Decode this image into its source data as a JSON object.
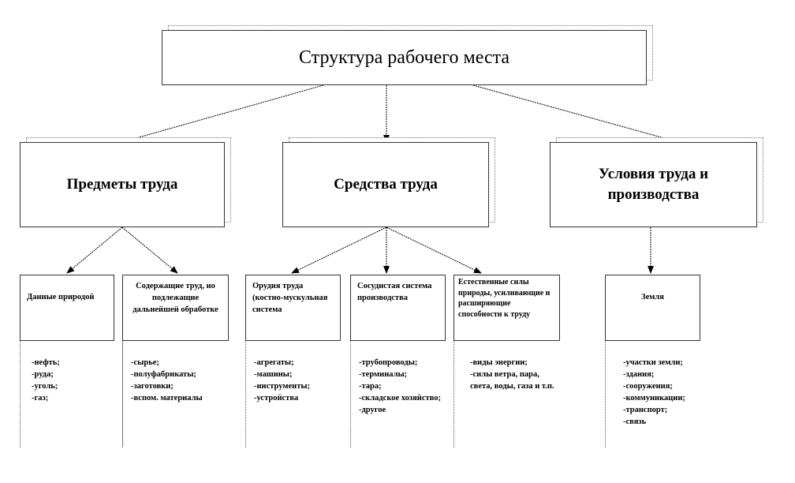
{
  "title": "Структура рабочего места",
  "level2": [
    "Предметы труда",
    "Средства труда",
    "Условия труда и производства"
  ],
  "level3": [
    {
      "header": "Данные природой",
      "items": [
        "-нефть;",
        "-руда;",
        "-уголь;",
        "-газ;"
      ]
    },
    {
      "header": "Содержащие труд, но подлежащие дальнейшей обработке",
      "items": [
        "-сырье;",
        "-полуфабрикаты;",
        "-заготовки;",
        "-вспом. материалы"
      ]
    },
    {
      "header": "Орудия труда (костно-мускульная система",
      "items": [
        "-агрегаты;",
        "-машины;",
        "-инструменты;",
        "-устройства"
      ]
    },
    {
      "header": "Сосудистая система производства",
      "items": [
        "-трубопроводы;",
        "-терминалы;",
        "-тара;",
        "-складское хозяйство;",
        "-другое"
      ]
    },
    {
      "header": "Естественные силы природы, усиливающие и расширяющие способности к труду",
      "items": [
        "-виды энергии;",
        "-силы ветра, пара, света, воды, газа и т.п."
      ]
    },
    {
      "header": "Земля",
      "items": [
        "-участки земли;",
        "-здания;",
        "-сооружения;",
        "-коммуникации;",
        "-транспорт;",
        "-связь"
      ]
    }
  ]
}
